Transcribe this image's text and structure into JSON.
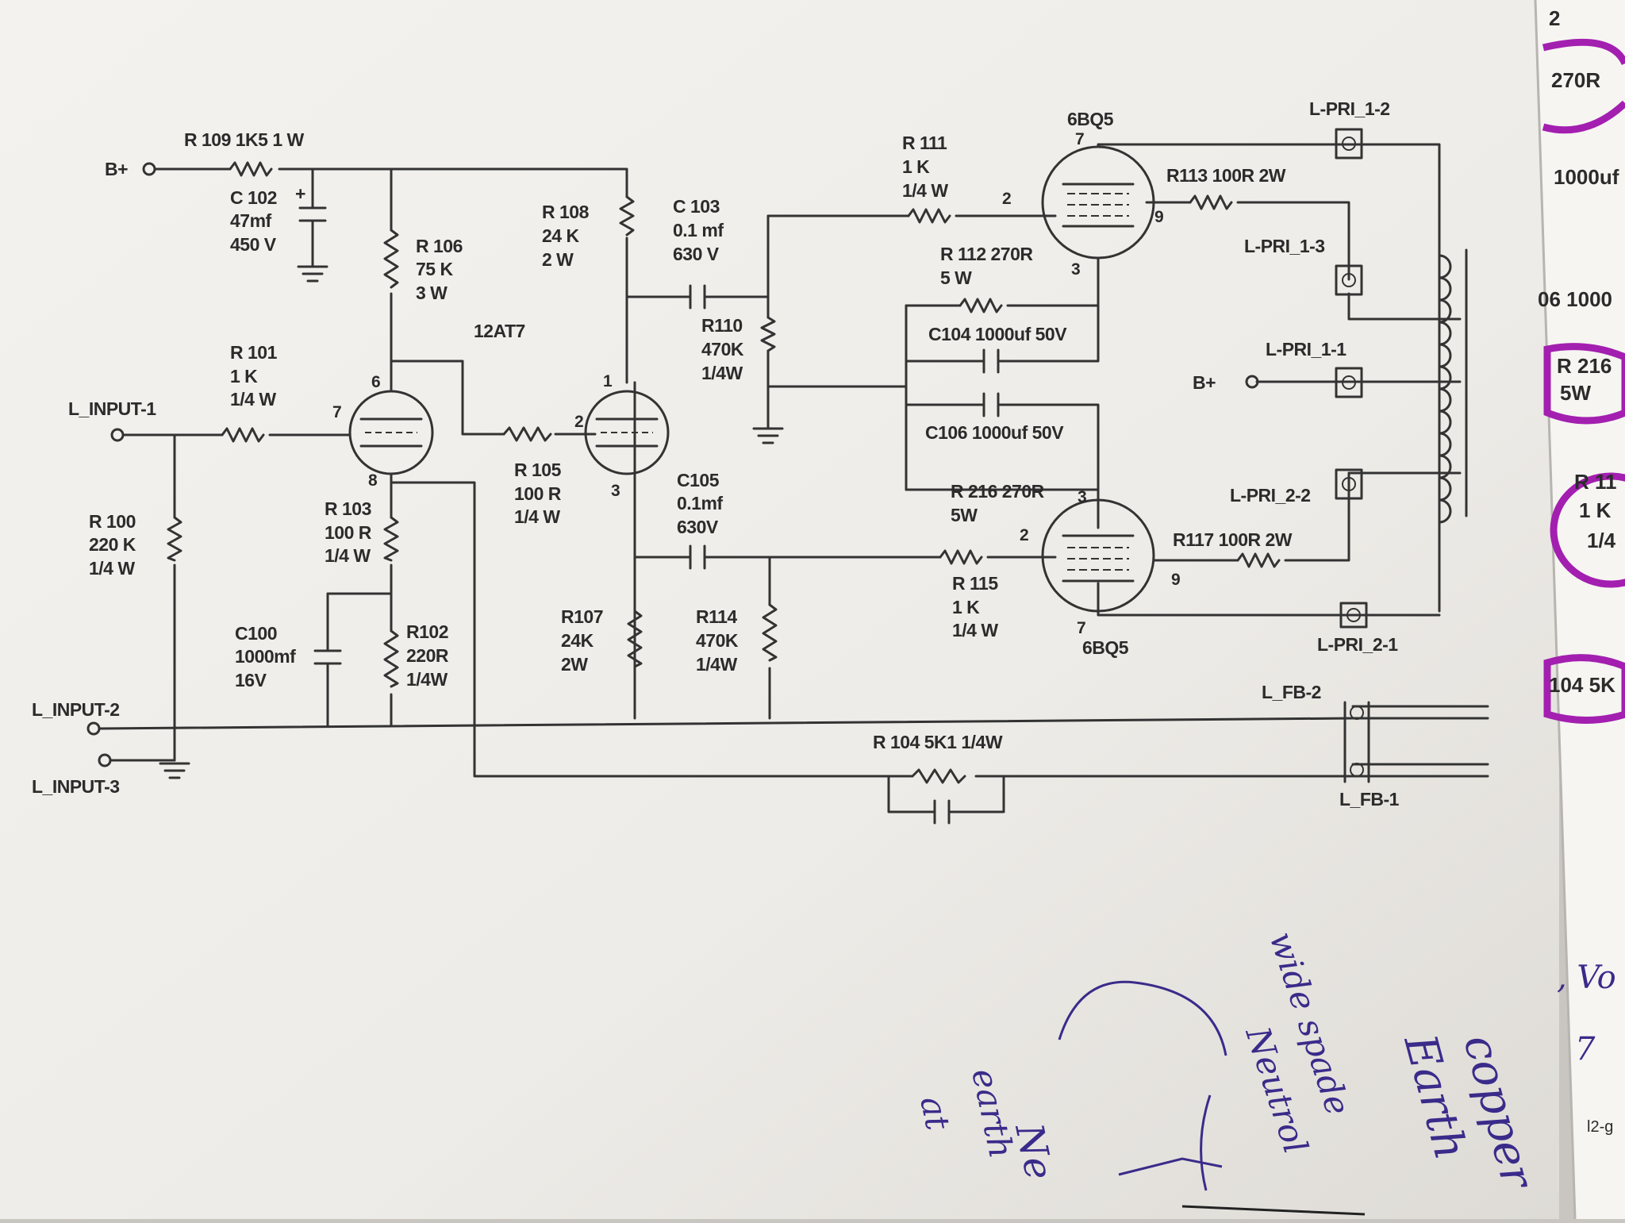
{
  "tubes": {
    "v1_type": "12AT7",
    "v2_top": "6BQ5",
    "v2_bottom": "6BQ5"
  },
  "labels": {
    "bplus": "B+",
    "bplus2": "B+",
    "l_input_1": "L_INPUT-1",
    "l_input_2": "L_INPUT-2",
    "l_input_3": "L_INPUT-3",
    "l_pri_1_2": "L-PRI_1-2",
    "l_pri_1_3": "L-PRI_1-3",
    "l_pri_1_1": "L-PRI_1-1",
    "l_pri_2_2": "L-PRI_2-2",
    "l_pri_2_1": "L-PRI_2-1",
    "l_fb_2": "L_FB-2",
    "l_fb_1": "L_FB-1"
  },
  "components": {
    "r109": "R 109 1K5 1 W",
    "c102_name": "C 102",
    "c102_val": "47mf",
    "c102_volt": "450 V",
    "r106_name": "R 106",
    "r106_val": "75 K",
    "r106_pow": "3 W",
    "r108_name": "R 108",
    "r108_val": "24 K",
    "r108_pow": "2 W",
    "c103_name": "C 103",
    "c103_val": "0.1 mf",
    "c103_volt": "630 V",
    "r111_name": "R 111",
    "r111_val": "1 K",
    "r111_pow": "1/4 W",
    "r113": "R113 100R 2W",
    "r112_name": "R 112 270R",
    "r112_pow": "5 W",
    "c104": "C104 1000uf 50V",
    "c106": "C106 1000uf 50V",
    "r110_name": "R110",
    "r110_val": "470K",
    "r110_pow": "1/4W",
    "r101_name": "R 101",
    "r101_val": "1 K",
    "r101_pow": "1/4 W",
    "r105_name": "R 105",
    "r105_val": "100 R",
    "r105_pow": "1/4 W",
    "c105_name": "C105",
    "c105_val": "0.1mf",
    "c105_volt": "630V",
    "r216_name": "R 216 270R",
    "r216_pow": "5W",
    "r117": "R117 100R 2W",
    "r115_name": "R 115",
    "r115_val": "1 K",
    "r115_pow": "1/4 W",
    "r100_name": "R 100",
    "r100_val": "220 K",
    "r100_pow": "1/4 W",
    "r103_name": "R 103",
    "r103_val": "100 R",
    "r103_pow": "1/4 W",
    "c100_name": "C100",
    "c100_val": "1000mf",
    "c100_volt": "16V",
    "r102_name": "R102",
    "r102_val": "220R",
    "r102_pow": "1/4W",
    "r107_name": "R107",
    "r107_val": "24K",
    "r107_pow": "2W",
    "r114_name": "R114",
    "r114_val": "470K",
    "r114_pow": "1/4W",
    "r104": "R 104 5K1 1/4W"
  },
  "pins": {
    "v1a_plate": "6",
    "v1a_grid": "7",
    "v1a_cathode": "8",
    "v1b_plate": "1",
    "v1b_grid": "2",
    "v1b_cathode": "3",
    "v2_plate": "7",
    "v2_grid": "2",
    "v2_screen": "9",
    "v2_cathode": "3",
    "v3_cathode": "3",
    "v3_grid": "2",
    "v3_screen": "9",
    "v3_plate": "7",
    "page_number": "2"
  },
  "edge_page": {
    "t1": "270R",
    "t2": "1000uf",
    "t3": "06 1000",
    "t4": "R 216",
    "t5": "5W",
    "t6": "R 11",
    "t7": "1 K",
    "t8": "1/4",
    "t9": "104 5K",
    "t10": "l2-g"
  },
  "handwriting": {
    "h1": "copper",
    "h2": "Earth",
    "h3": "wide spade",
    "h4": "Neutrol",
    "h5": "earth",
    "h6": "at",
    "h7": "Ne",
    "h8": ", Vo",
    "h9": "7"
  },
  "colors": {
    "paper": "#f1efeb",
    "ink": "#333333",
    "pen_purple": "#a31fb0",
    "pen_blue": "#3a2b8a"
  }
}
